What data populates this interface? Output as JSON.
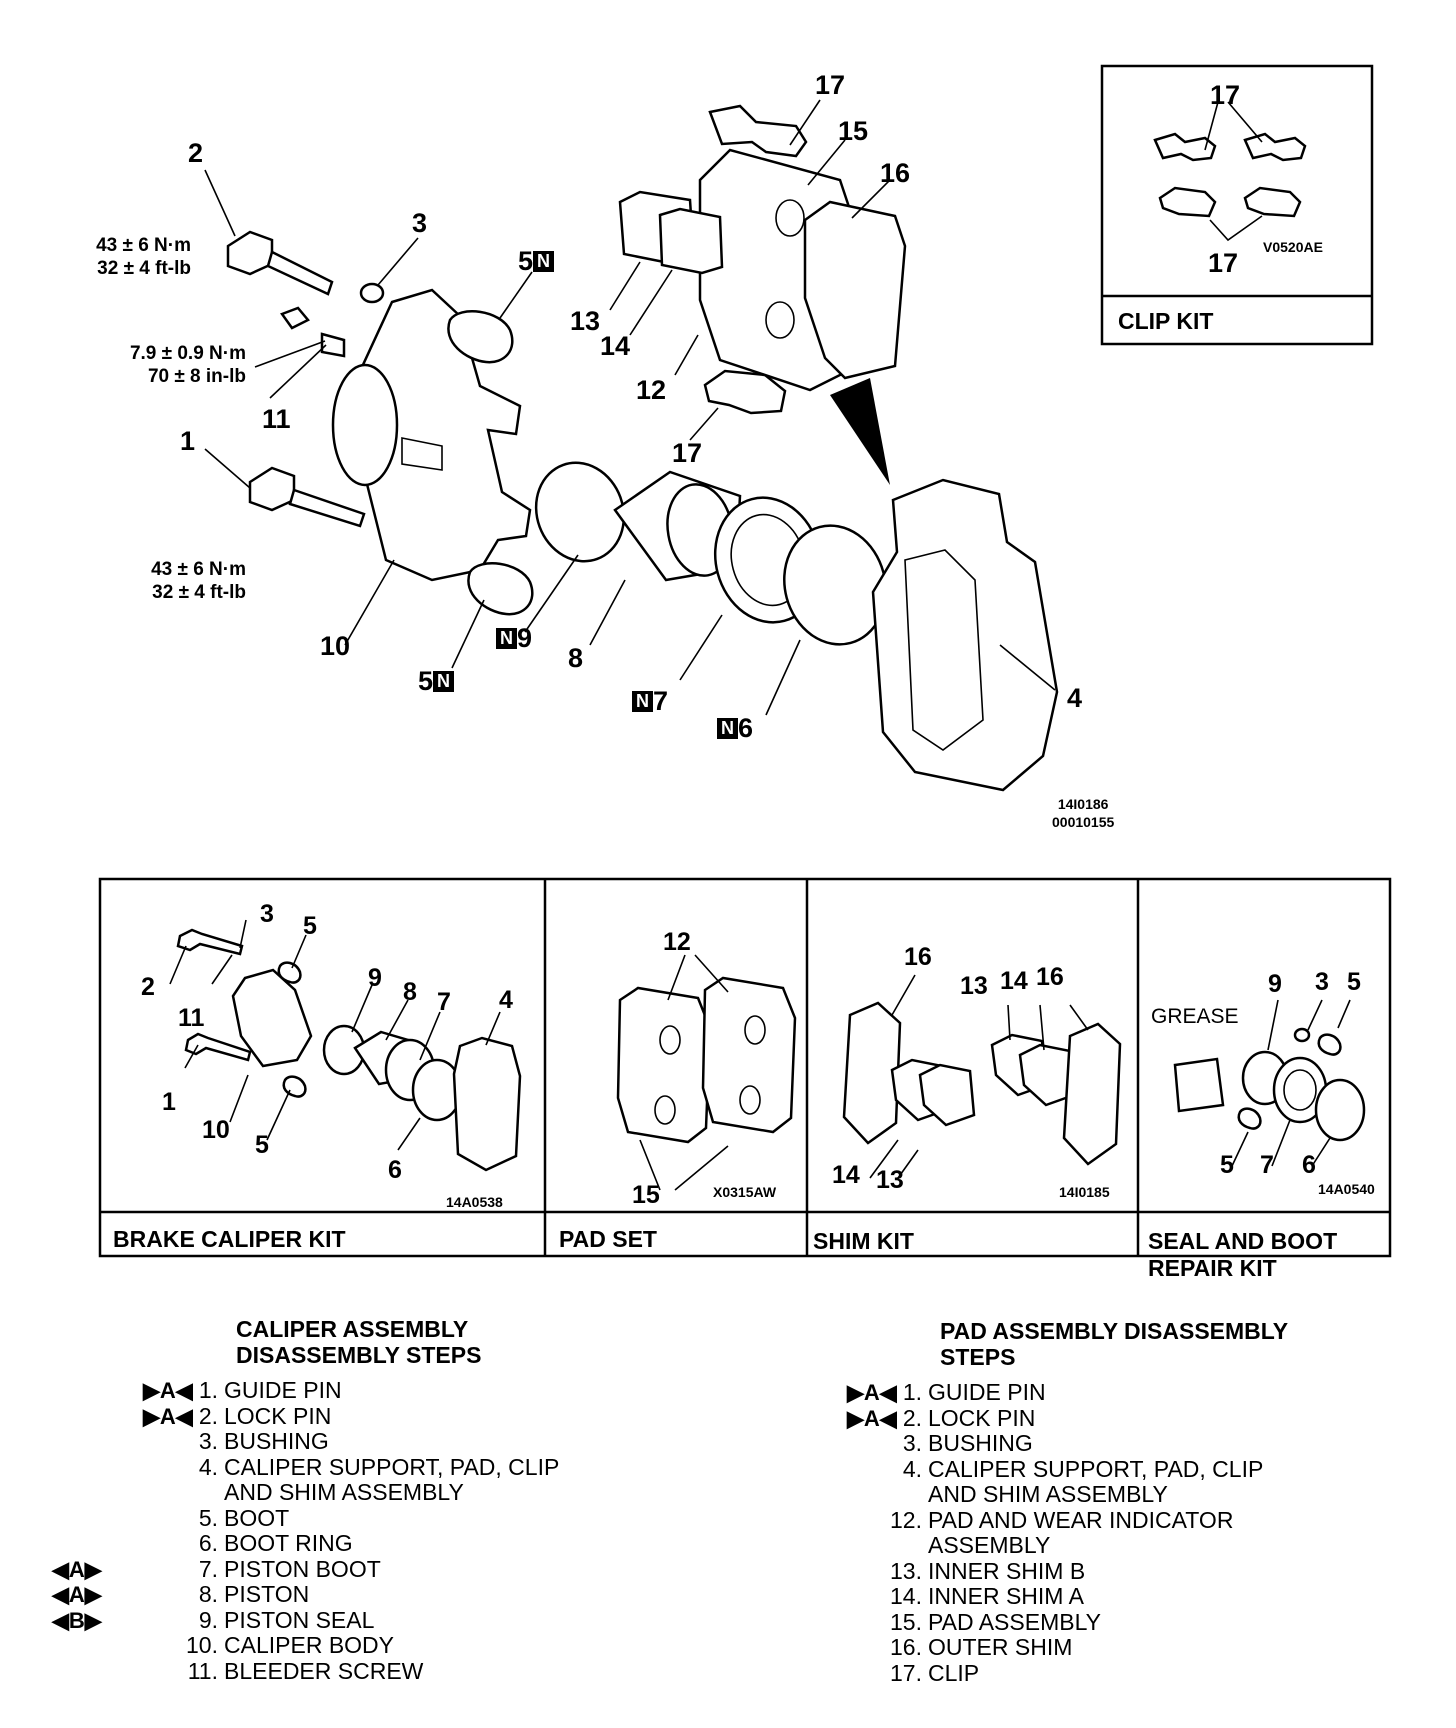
{
  "main_diagram": {
    "callouts": {
      "c17_top": "17",
      "c15": "15",
      "c16": "16",
      "c2": "2",
      "c3": "3",
      "c5_top": "5",
      "c13": "13",
      "c14": "14",
      "c12": "12",
      "c11": "11",
      "c1": "1",
      "c17_mid": "17",
      "c10": "10",
      "c9": "9",
      "c8": "8",
      "c5_bottom": "5",
      "c7": "7",
      "c6": "6",
      "c4": "4"
    },
    "new_part_mark": "N",
    "torques": {
      "lock_pin": [
        "43 ± 6 N·m",
        "32 ± 4 ft-lb"
      ],
      "bleeder": [
        "7.9 ± 0.9 N·m",
        "70 ± 8 in-lb"
      ],
      "guide_pin": [
        "43 ± 6 N·m",
        "32 ± 4 ft-lb"
      ]
    },
    "figure_codes": [
      "14I0186",
      "00010155"
    ]
  },
  "clip_kit": {
    "callout_top": "17",
    "callout_bottom": "17",
    "code": "V0520AE",
    "label": "CLIP KIT"
  },
  "kits": {
    "brake_caliper": {
      "label": "BRAKE CALIPER KIT",
      "code": "14A0538",
      "callouts": [
        "3",
        "5",
        "2",
        "11",
        "9",
        "8",
        "7",
        "4",
        "1",
        "10",
        "5",
        "6"
      ]
    },
    "pad_set": {
      "label": "PAD SET",
      "code": "X0315AW",
      "callouts": [
        "12",
        "15"
      ]
    },
    "shim_kit": {
      "label": "SHIM KIT",
      "code": "14I0185",
      "callouts": [
        "16",
        "13",
        "14",
        "16",
        "14",
        "13"
      ]
    },
    "seal_boot": {
      "label_line1": "SEAL AND BOOT",
      "label_line2": "REPAIR KIT",
      "code": "14A0540",
      "grease": "GREASE",
      "callouts": [
        "9",
        "3",
        "5",
        "5",
        "7",
        "6"
      ]
    }
  },
  "caliper_steps": {
    "heading_line1": "CALIPER ASSEMBLY",
    "heading_line2": "DISASSEMBLY STEPS",
    "items": [
      {
        "num": "1.",
        "text": "GUIDE PIN",
        "marker_right": "▶A◀"
      },
      {
        "num": "2.",
        "text": "LOCK PIN",
        "marker_right": "▶A◀"
      },
      {
        "num": "3.",
        "text": "BUSHING"
      },
      {
        "num": "4.",
        "text": "CALIPER SUPPORT, PAD, CLIP",
        "cont": "AND SHIM ASSEMBLY"
      },
      {
        "num": "5.",
        "text": "BOOT"
      },
      {
        "num": "6.",
        "text": "BOOT RING"
      },
      {
        "num": "7.",
        "text": "PISTON BOOT",
        "marker_left": "◀A▶"
      },
      {
        "num": "8.",
        "text": "PISTON",
        "marker_left": "◀A▶"
      },
      {
        "num": "9.",
        "text": "PISTON SEAL",
        "marker_left": "◀B▶"
      },
      {
        "num": "10.",
        "text": "CALIPER BODY"
      },
      {
        "num": "11.",
        "text": "BLEEDER SCREW"
      }
    ]
  },
  "pad_steps": {
    "heading_line1": "PAD ASSEMBLY DISASSEMBLY",
    "heading_line2": "STEPS",
    "items": [
      {
        "num": "1.",
        "text": "GUIDE PIN",
        "marker_right": "▶A◀"
      },
      {
        "num": "2.",
        "text": "LOCK PIN",
        "marker_right": "▶A◀"
      },
      {
        "num": "3.",
        "text": "BUSHING"
      },
      {
        "num": "4.",
        "text": "CALIPER SUPPORT, PAD, CLIP",
        "cont": "AND SHIM ASSEMBLY"
      },
      {
        "num": "12.",
        "text": "PAD AND WEAR INDICATOR",
        "cont": "ASSEMBLY"
      },
      {
        "num": "13.",
        "text": "INNER SHIM B"
      },
      {
        "num": "14.",
        "text": "INNER SHIM A"
      },
      {
        "num": "15.",
        "text": "PAD ASSEMBLY"
      },
      {
        "num": "16.",
        "text": "OUTER SHIM"
      },
      {
        "num": "17.",
        "text": "CLIP"
      }
    ]
  }
}
